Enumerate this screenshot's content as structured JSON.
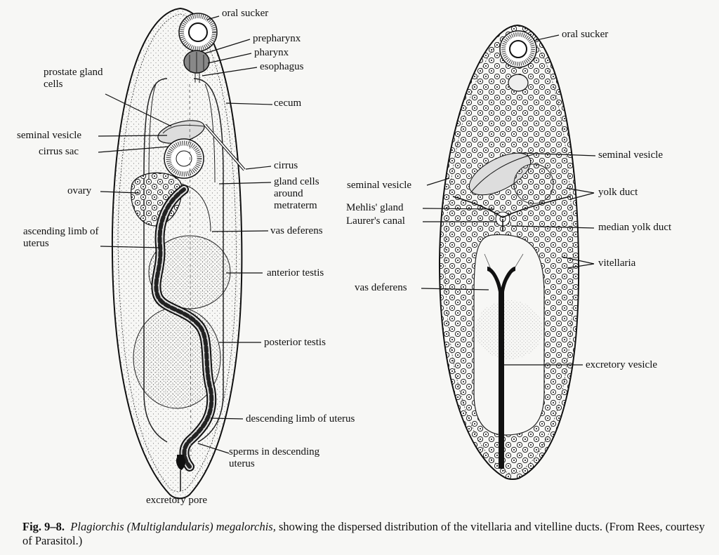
{
  "figure": {
    "caption": {
      "label": "Fig. 9–8.",
      "species": "Plagiorchis (Multiglandularis) megalorchis,",
      "text": " showing the dispersed distribution of the vitellaria and vitelline ducts. (From Rees, courtesy of Parasitol.)"
    }
  },
  "left_labels": {
    "oral_sucker": "oral sucker",
    "prepharynx": "prepharynx",
    "pharynx": "pharynx",
    "esophagus": "esophagus",
    "prostate": "prostate gland cells",
    "cecum": "cecum",
    "seminal_vesicle": "seminal vesicle",
    "cirrus_sac": "cirrus sac",
    "cirrus": "cirrus",
    "gland_cells": "gland cells around metraterm",
    "ovary": "ovary",
    "ascending": "ascending limb of uterus",
    "vas_deferens": "vas deferens",
    "anterior_testis": "anterior testis",
    "posterior_testis": "posterior testis",
    "descending_limb": "descending limb of uterus",
    "sperms": "sperms in descending uterus",
    "excretory_pore": "excretory pore"
  },
  "right_labels": {
    "oral_sucker": "oral sucker",
    "seminal_vesicle_r": "seminal vesicle",
    "seminal_vesicle_l": "seminal vesicle",
    "yolk_duct": "yolk duct",
    "mehlis": "Mehlis' gland",
    "laurer": "Laurer's canal",
    "median_yolk_duct": "median yolk duct",
    "vitellaria": "vitellaria",
    "vas_deferens": "vas deferens",
    "excretory_vesicle": "excretory vesicle"
  }
}
